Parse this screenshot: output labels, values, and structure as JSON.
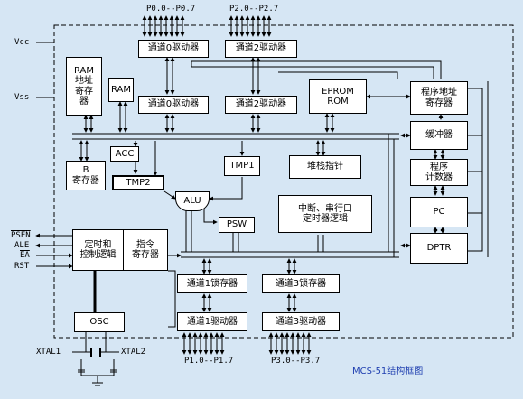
{
  "ports": {
    "p0": "P0.0--P0.7",
    "p2": "P2.0--P2.7",
    "p1": "P1.0--P1.7",
    "p3": "P3.0--P3.7"
  },
  "pins": {
    "vcc": "Vcc",
    "vss": "Vss",
    "psen": "PSEN",
    "ale": "ALE",
    "ea": "EA",
    "rst": "RST",
    "xtal1": "XTAL1",
    "xtal2": "XTAL2"
  },
  "blocks": {
    "ch0_driver": "通道0驱动器",
    "ch2_driver": "通道2驱动器",
    "ch0_latch": "通道0驱动器",
    "ch2_latch": "通道2驱动器",
    "ram_addr": "RAM\n地址\n寄存\n器",
    "ram": "RAM",
    "eprom": "EPROM\nROM",
    "prog_addr": "程序地址\n寄存器",
    "buffer": "缓冲器",
    "pc_counter": "程序\n计数器",
    "pc": "PC",
    "dptr": "DPTR",
    "acc": "ACC",
    "b_reg": "B\n寄存器",
    "tmp2": "TMP2",
    "tmp1": "TMP1",
    "alu": "ALU",
    "psw": "PSW",
    "stack_ptr": "堆栈指针",
    "interrupt": "中断、串行口\n定时器逻辑",
    "timing": "定时和\n控制逻辑",
    "instr_reg": "指令\n寄存器",
    "ch1_latch": "通道1锁存器",
    "ch3_latch": "通道3锁存器",
    "ch1_driver": "通道1驱动器",
    "ch3_driver": "通道3驱动器",
    "osc": "OSC"
  },
  "caption": "MCS-51结构框图"
}
